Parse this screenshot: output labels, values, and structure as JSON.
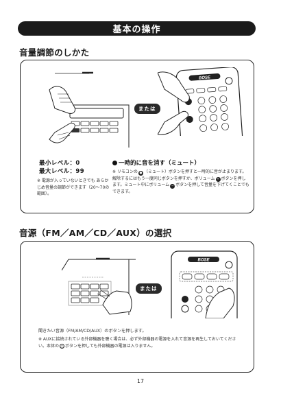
{
  "header": {
    "banner_title": "基本の操作"
  },
  "section_volume": {
    "title": "音量調節のしかた",
    "or_label": "または",
    "min_level": "最小レベル：0",
    "max_level": "最大レベル：99",
    "volume_note": "※ 電源が入っていないときでも あらかじめ音量の調節ができます（20〜70の範囲）。",
    "mute_title": "一時的に音を消す（ミュート）",
    "mute_note_parts": [
      "※ リモコンの",
      "（ミュート）ボタンを押すと一時的に音が止まります。解除するにはもう一度同じボタンを押すか、ボリューム",
      "ボタンを押します。ミュート中にボリューム",
      "ボタンを押して音量を下げてくことでもできます。"
    ]
  },
  "section_source": {
    "title": "音源（FM／AM／CD／AUX）の選択",
    "or_label": "または",
    "instruction": "聞きたい音源（FM/AM/CD/AUX）のボタンを押します。",
    "aux_note_parts": [
      "※ AUXに接続されている外部機器を聴く場合は、必ず外部機器の電源を入れて音源を再生しておいてください。本体の",
      "ボタンを押しても外部機器の電源は入りません。"
    ]
  },
  "remote": {
    "brand": "BOSE"
  },
  "footer": {
    "page_number": "17"
  }
}
